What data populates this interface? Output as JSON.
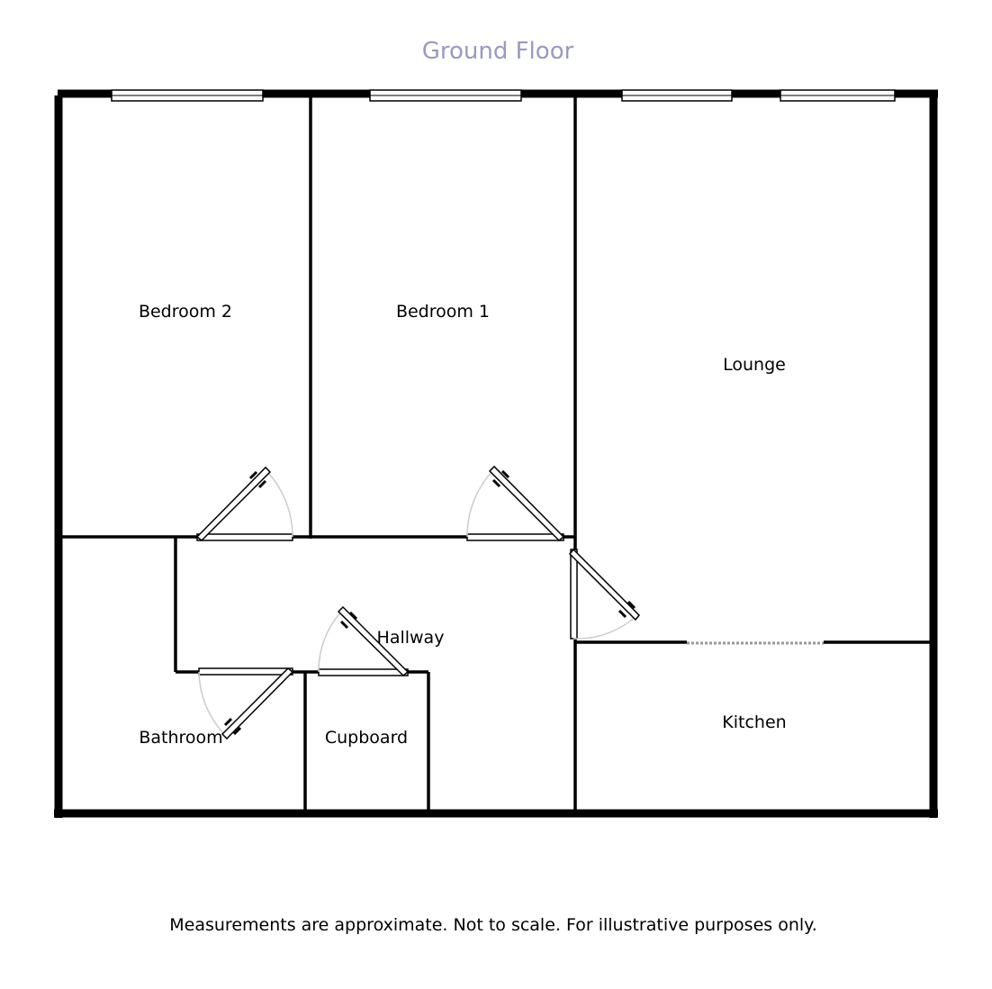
{
  "floor": {
    "title": "Ground Floor",
    "title_color": "#9999c4"
  },
  "rooms": {
    "bedroom_2": "Bedroom 2",
    "bedroom_1": "Bedroom 1",
    "lounge": "Lounge",
    "hallway": "Hallway",
    "bathroom": "Bathroom",
    "cupboard": "Cupboard",
    "kitchen": "Kitchen"
  },
  "footer": {
    "disclaimer": "Measurements are approximate. Not to scale. For illustrative purposes only."
  },
  "colors": {
    "wall": "#000000",
    "door_arc": "#cccccc",
    "background": "#ffffff"
  }
}
